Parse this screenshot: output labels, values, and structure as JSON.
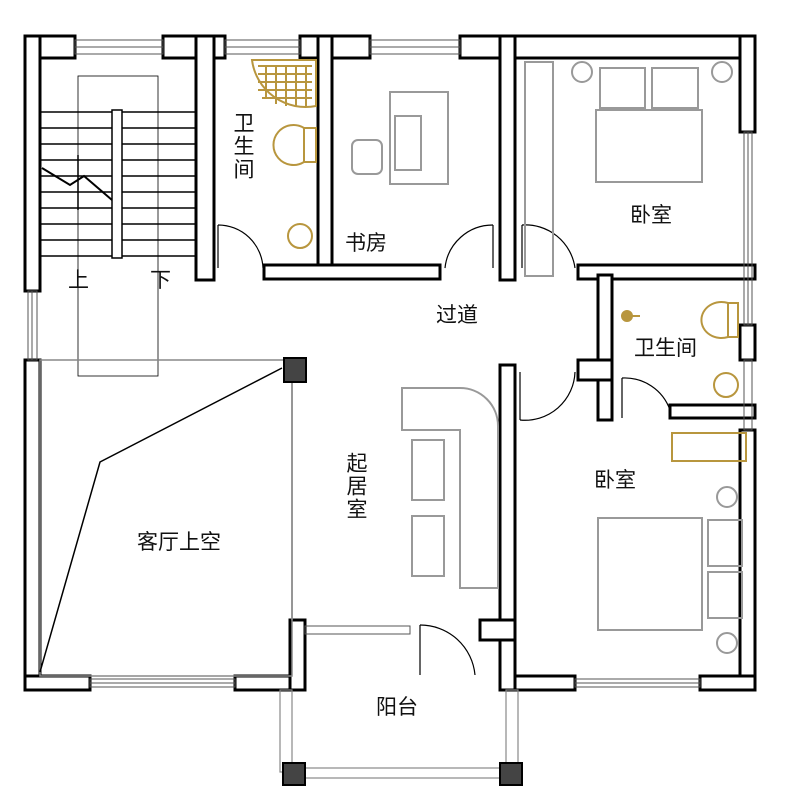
{
  "rooms": {
    "bath1": "卫生间",
    "study": "书房",
    "bedroom1": "卧室",
    "stair_up": "上",
    "stair_down": "下",
    "corridor": "过道",
    "bath2": "卫生间",
    "bedroom2": "卧室",
    "living": "起居室",
    "void": "客厅上空",
    "balcony": "阳台"
  },
  "colors": {
    "wall": "#000000",
    "fixture": "#b8963e",
    "furniture": "#999999"
  }
}
